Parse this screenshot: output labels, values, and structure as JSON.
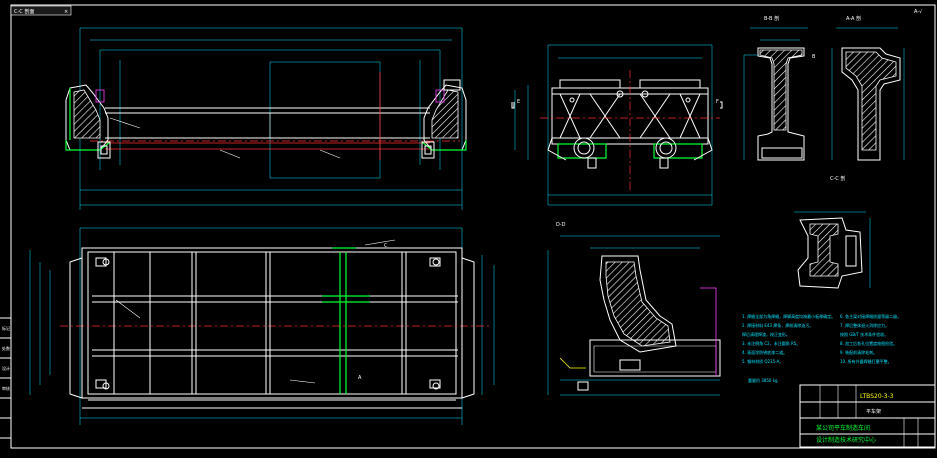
{
  "tab": {
    "label": "C-C 剖面",
    "close": "×"
  },
  "corner_mark": "A-√",
  "section_labels": {
    "b_b": "B-B 剖",
    "a_a": "A-A 剖",
    "c_c": "C-C 剖",
    "d_d": "D-D"
  },
  "view_marks": [
    "A",
    "B",
    "C",
    "E",
    "F"
  ],
  "notes": {
    "left": [
      "1. 焊缝全部为角焊缝，焊脚高度均按最小板厚确定。",
      "2. 焊接材料 E43 焊条，焊前清除油污。",
      "   焊后清理焊渣，校正变形。",
      "3. 未注倒角 C2，未注圆角 R5。",
      "4. 表面涂防锈底漆二道。",
      "5. 钢材材质 Q235-A。"
    ],
    "right": [
      "6. 各主梁对接焊缝质量等级二级。",
      "7. 焊后整体退火消除应力。",
      "   按照 GB/T 技术条件验收。",
      "8. 加工后各孔位置度按图检验。",
      "9. 装配前清除毛刺。",
      "10. 所有外露焊缝打磨平整。"
    ]
  },
  "title_block": {
    "weight_label": "重量约 3850 kg",
    "drawing_no": "LTBS20-3-3",
    "part_name": "平车架",
    "org_line1": "某公司平车制造车间",
    "org_line2": "设计制造技术研究中心"
  },
  "left_side_labels": [
    "标记",
    "处数",
    "设计",
    "审核"
  ]
}
